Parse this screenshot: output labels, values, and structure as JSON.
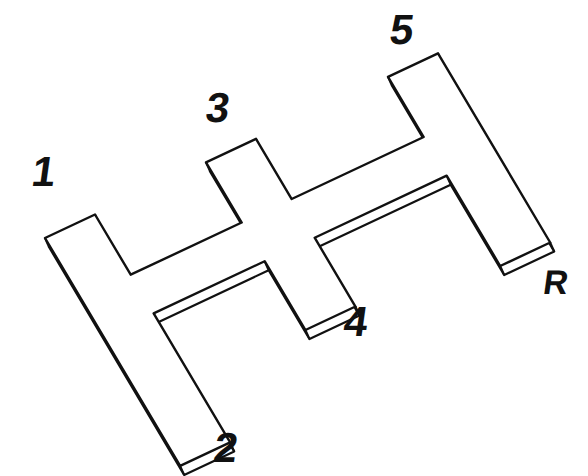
{
  "diagram": {
    "labels": [
      "1",
      "3",
      "5",
      "2",
      "4",
      "R"
    ]
  }
}
